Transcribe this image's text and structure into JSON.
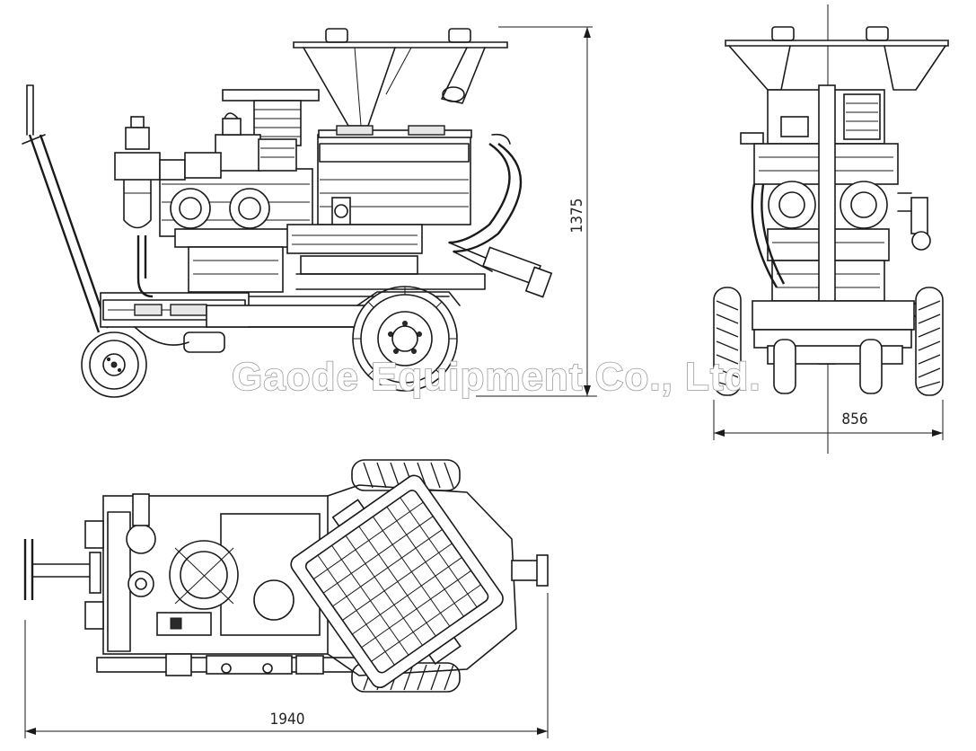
{
  "dimensions": {
    "height": "1375",
    "width": "856",
    "length": "1940"
  },
  "watermark": "Gaode Equipment Co., Ltd."
}
